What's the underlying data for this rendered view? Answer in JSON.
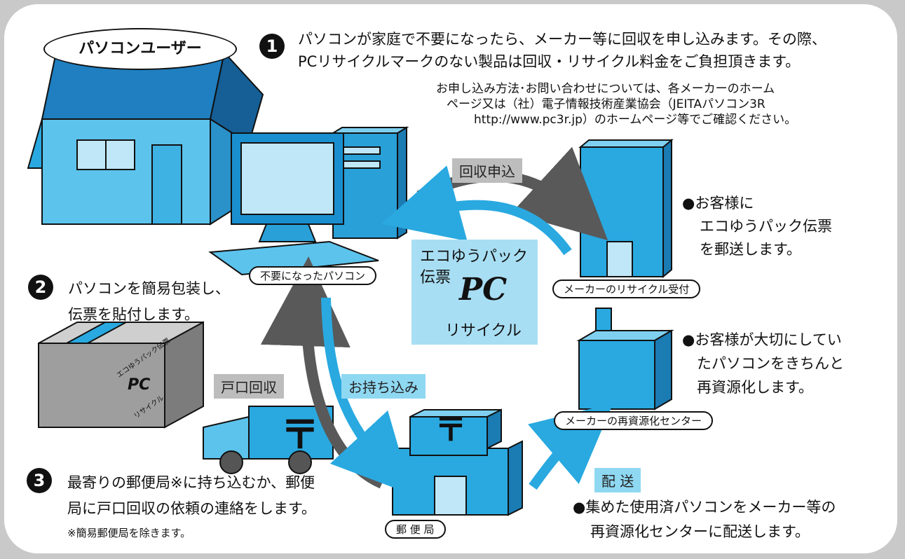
{
  "user_label": "パソコンユーザー",
  "steps": [
    {
      "number": "1",
      "text_lines": [
        "パソコンが家庭で不要になったら、メーカー等に回収を申し込みます。その際、",
        "PCリサイクルマークのない製品は回収・リサイクル料金をご負担頂きます。"
      ]
    },
    {
      "number": "2",
      "text_lines": [
        "パソコンを簡易包装し、",
        "伝票を貼付します。"
      ]
    },
    {
      "number": "3",
      "text_lines": [
        "最寄りの郵便局※に持ち込むか、郵便",
        "局に戸口回収の依頼の連絡をします。"
      ],
      "note": "※簡易郵便局を除きます。"
    }
  ],
  "info_lines": [
    "お申し込み方法･お問い合わせについては、各メーカーのホーム",
    "ページ又は（社）電子情報技術産業協会（JEITAパソコン3R",
    "http://www.pc3r.jp）のホームページ等でご確認ください。"
  ],
  "labels": {
    "collection_request": "回収申込",
    "door_collection": "戸口回収",
    "bring_in": "お持ち込み",
    "delivery": "配 送"
  },
  "pills": {
    "unused_pc": "不要になったパソコン",
    "maker_reception": "メーカーのリサイクル受付",
    "recycling_center": "メーカーの再資源化センター",
    "post_office": "郵 便 局"
  },
  "eco_slip": {
    "title": "エコゆうパック",
    "subtitle": "伝票",
    "mark": "PC",
    "recycle": "リサイクル"
  },
  "box_label": {
    "top": "エコゆうパック伝票",
    "mark": "PC",
    "bottom": "リサイクル"
  },
  "post_symbol": "〒",
  "bullets": {
    "maker_reception": [
      "●お客様に",
      "エコゆうパック伝票",
      "を郵送します。"
    ],
    "recycling_center": [
      "●お客様が大切にしてい",
      "たパソコンをきちんと",
      "再資源化します。"
    ],
    "delivery": [
      "●集めた使用済パソコンをメーカー等の",
      "再資源化センターに配送します。"
    ]
  },
  "colors": {
    "background": "#ffffff",
    "border": "#c9c9c9",
    "blue": "#29a9e0",
    "light_blue": "#8fd8f2",
    "dark_arrow": "#595959",
    "black": "#111111"
  }
}
